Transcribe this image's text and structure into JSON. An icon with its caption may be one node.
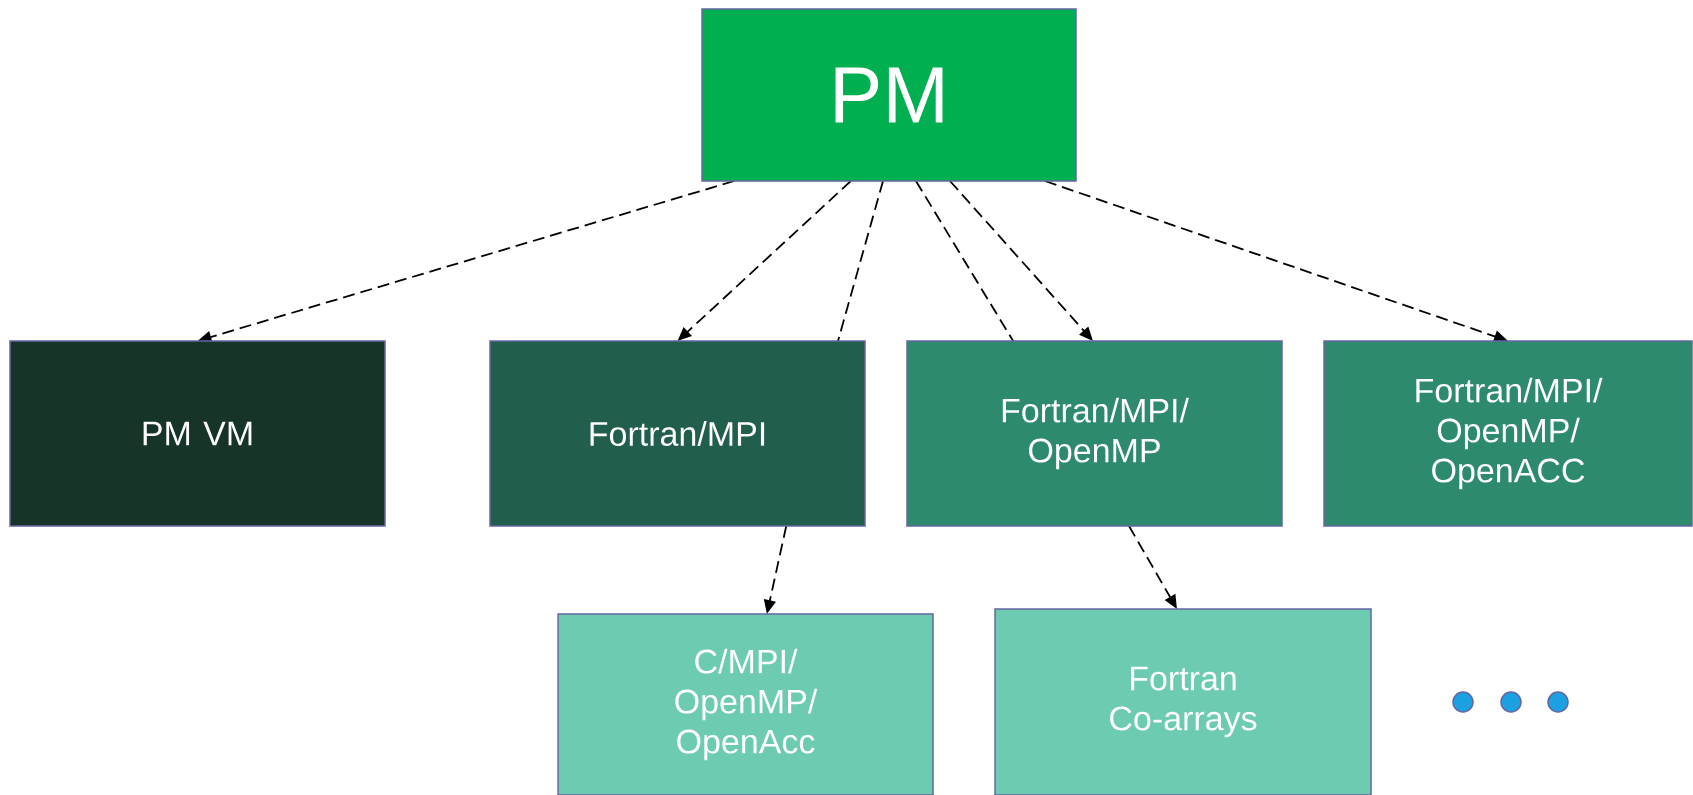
{
  "diagram": {
    "nodes": [
      {
        "text": [
          "PM"
        ]
      },
      {
        "text": [
          "PM VM"
        ]
      },
      {
        "text": [
          "Fortran/MPI"
        ]
      },
      {
        "text": [
          "Fortran/MPI/ OpenMP"
        ]
      },
      {
        "text": [
          "Fortran/MPI/ OpenMP/ OpenACC"
        ]
      },
      {
        "text": [
          "C/MPI/ OpenMP/ OpenAcc"
        ]
      },
      {
        "text": [
          "Fortran Co-arrays"
        ]
      }
    ],
    "edges": [
      {
        "from": 0,
        "to": 1,
        "arrow": "to",
        "style": "dashed"
      },
      {
        "from": 0,
        "to": 2,
        "arrow": "to",
        "style": "dashed"
      },
      {
        "from": 0,
        "to": 2,
        "arrow": "none",
        "style": "dashed"
      },
      {
        "from": 2,
        "to": 5,
        "arrow": "to",
        "style": "dashed"
      },
      {
        "from": 0,
        "to": 3,
        "arrow": "none",
        "style": "dashed"
      },
      {
        "from": 0,
        "to": 3,
        "arrow": "to",
        "style": "dashed"
      },
      {
        "from": 3,
        "to": 6,
        "arrow": "to",
        "style": "dashed"
      },
      {
        "from": 0,
        "to": 4,
        "arrow": "to",
        "style": "dashed"
      }
    ]
  }
}
